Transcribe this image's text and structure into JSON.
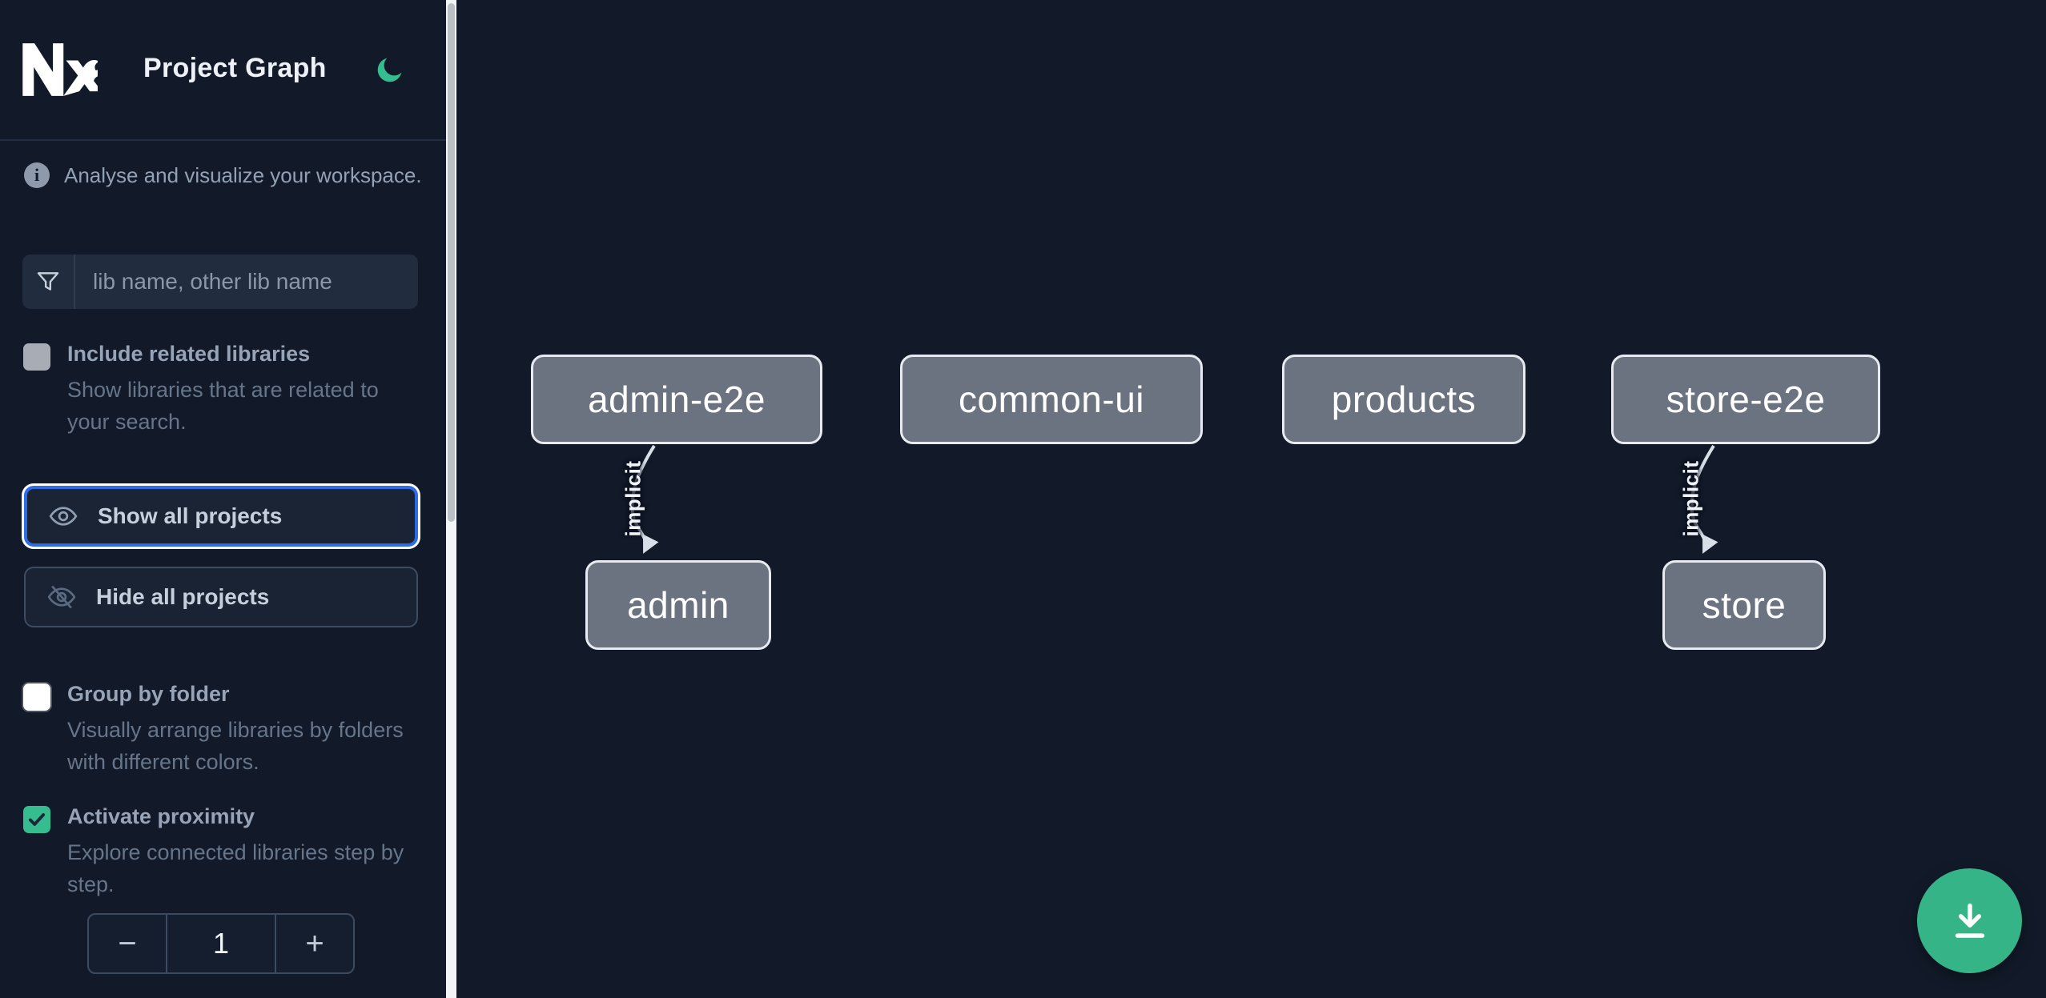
{
  "app": {
    "title": "Project Graph"
  },
  "header": {
    "theme_toggle_icon": "moon-icon",
    "accent_green": "#36bd8f"
  },
  "sidebar": {
    "info_text": "Analyse and visualize your workspace.",
    "search": {
      "placeholder": "lib name, other lib name",
      "icon": "filter-funnel-icon",
      "value": ""
    },
    "options": [
      {
        "label": "Include related libraries",
        "description": "Show libraries that are related to your search.",
        "checked": false,
        "state": "disabled"
      },
      {
        "label": "Group by folder",
        "description": "Visually arrange libraries by folders with different colors.",
        "checked": false,
        "state": "enabled"
      },
      {
        "label": "Activate proximity",
        "description": "Explore connected libraries step by step.",
        "checked": true,
        "state": "enabled"
      }
    ],
    "actions": [
      {
        "label": "Show all projects",
        "icon": "eye-icon",
        "focused": true
      },
      {
        "label": "Hide all projects",
        "icon": "eye-off-icon",
        "focused": false
      }
    ],
    "stepper": {
      "decrement_label": "−",
      "value": "1",
      "increment_label": "+"
    }
  },
  "graph": {
    "nodes": [
      {
        "label": "admin-e2e"
      },
      {
        "label": "common-ui"
      },
      {
        "label": "products"
      },
      {
        "label": "store-e2e"
      },
      {
        "label": "admin"
      },
      {
        "label": "store"
      }
    ],
    "edges": [
      {
        "from": "admin-e2e",
        "to": "admin",
        "label": "implicit",
        "type": "implicit"
      },
      {
        "from": "store-e2e",
        "to": "store",
        "label": "implicit",
        "type": "implicit"
      }
    ],
    "node_fill": "#6b7280",
    "edge_color": "#d9dfe8"
  },
  "fab": {
    "icon": "download-icon",
    "color": "#35b587"
  },
  "colors": {
    "background": "#121a29",
    "focus_blue": "#2e6be6",
    "accent_green": "#35b587"
  }
}
